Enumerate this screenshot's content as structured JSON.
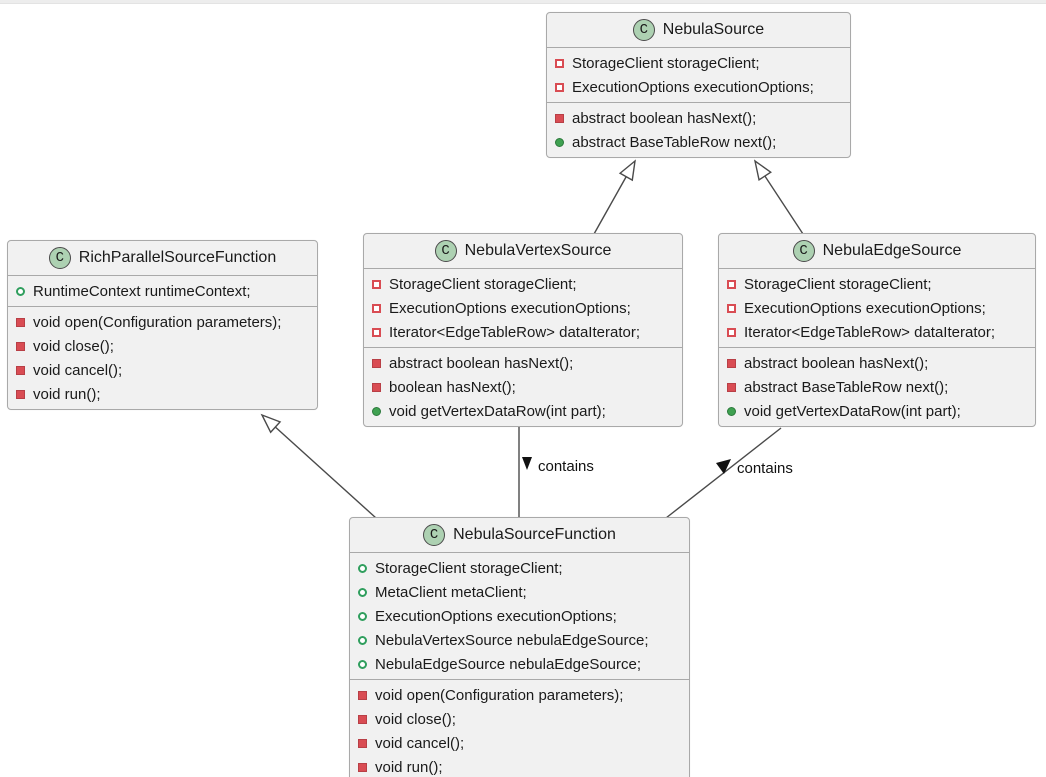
{
  "diagram": {
    "type": "uml-class-diagram",
    "badge_letter": "C",
    "colors": {
      "box_fill": "#f1f1f1",
      "box_border": "#a9a9a9",
      "badge_fill": "#add1b2",
      "private_red": "#d94c53",
      "public_green": "#2f9e5d",
      "connector_gray": "#4a4a4a"
    },
    "labels": {
      "contains_vertex": "contains",
      "contains_edge": "contains"
    },
    "relationships": [
      {
        "from": "NebulaVertexSource",
        "to": "NebulaSource",
        "type": "extends"
      },
      {
        "from": "NebulaEdgeSource",
        "to": "NebulaSource",
        "type": "extends"
      },
      {
        "from": "NebulaSourceFunction",
        "to": "RichParallelSourceFunction",
        "type": "extends"
      },
      {
        "from": "NebulaSourceFunction",
        "to": "NebulaVertexSource",
        "type": "association",
        "label": "contains"
      },
      {
        "from": "NebulaSourceFunction",
        "to": "NebulaEdgeSource",
        "type": "association",
        "label": "contains"
      }
    ]
  },
  "classes": {
    "nebulaSource": {
      "name": "NebulaSource",
      "fields": [
        {
          "icon": "private-field-icon",
          "text": "StorageClient storageClient;"
        },
        {
          "icon": "private-field-icon",
          "text": "ExecutionOptions executionOptions;"
        }
      ],
      "methods": [
        {
          "icon": "private-method-icon",
          "text": "abstract boolean hasNext();"
        },
        {
          "icon": "public-method-icon",
          "text": "abstract BaseTableRow next();"
        }
      ]
    },
    "richParallelSourceFunction": {
      "name": "RichParallelSourceFunction",
      "fields": [
        {
          "icon": "public-field-icon",
          "text": "RuntimeContext runtimeContext;"
        }
      ],
      "methods": [
        {
          "icon": "private-method-icon",
          "text": "void open(Configuration parameters);"
        },
        {
          "icon": "private-method-icon",
          "text": "void close();"
        },
        {
          "icon": "private-method-icon",
          "text": "void cancel();"
        },
        {
          "icon": "private-method-icon",
          "text": "void run();"
        }
      ]
    },
    "nebulaVertexSource": {
      "name": "NebulaVertexSource",
      "fields": [
        {
          "icon": "private-field-icon",
          "text": "StorageClient storageClient;"
        },
        {
          "icon": "private-field-icon",
          "text": "ExecutionOptions executionOptions;"
        },
        {
          "icon": "private-field-icon",
          "text": "Iterator<EdgeTableRow> dataIterator;"
        }
      ],
      "methods": [
        {
          "icon": "private-method-icon",
          "text": "abstract boolean hasNext();"
        },
        {
          "icon": "private-method-icon",
          "text": "boolean hasNext();"
        },
        {
          "icon": "public-method-icon",
          "text": "void getVertexDataRow(int part);"
        }
      ]
    },
    "nebulaEdgeSource": {
      "name": "NebulaEdgeSource",
      "fields": [
        {
          "icon": "private-field-icon",
          "text": "StorageClient storageClient;"
        },
        {
          "icon": "private-field-icon",
          "text": "ExecutionOptions executionOptions;"
        },
        {
          "icon": "private-field-icon",
          "text": "Iterator<EdgeTableRow> dataIterator;"
        }
      ],
      "methods": [
        {
          "icon": "private-method-icon",
          "text": "abstract boolean hasNext();"
        },
        {
          "icon": "private-method-icon",
          "text": "abstract BaseTableRow next();"
        },
        {
          "icon": "public-method-icon",
          "text": "void getVertexDataRow(int part);"
        }
      ]
    },
    "nebulaSourceFunction": {
      "name": "NebulaSourceFunction",
      "fields": [
        {
          "icon": "public-field-icon",
          "text": "StorageClient storageClient;"
        },
        {
          "icon": "public-field-icon",
          "text": "MetaClient metaClient;"
        },
        {
          "icon": "public-field-icon",
          "text": "ExecutionOptions executionOptions;"
        },
        {
          "icon": "public-field-icon",
          "text": "NebulaVertexSource nebulaEdgeSource;"
        },
        {
          "icon": "public-field-icon",
          "text": "NebulaEdgeSource nebulaEdgeSource;"
        }
      ],
      "methods": [
        {
          "icon": "private-method-icon",
          "text": "void open(Configuration parameters);"
        },
        {
          "icon": "private-method-icon",
          "text": "void close();"
        },
        {
          "icon": "private-method-icon",
          "text": "void cancel();"
        },
        {
          "icon": "private-method-icon",
          "text": "void run();"
        }
      ]
    }
  }
}
